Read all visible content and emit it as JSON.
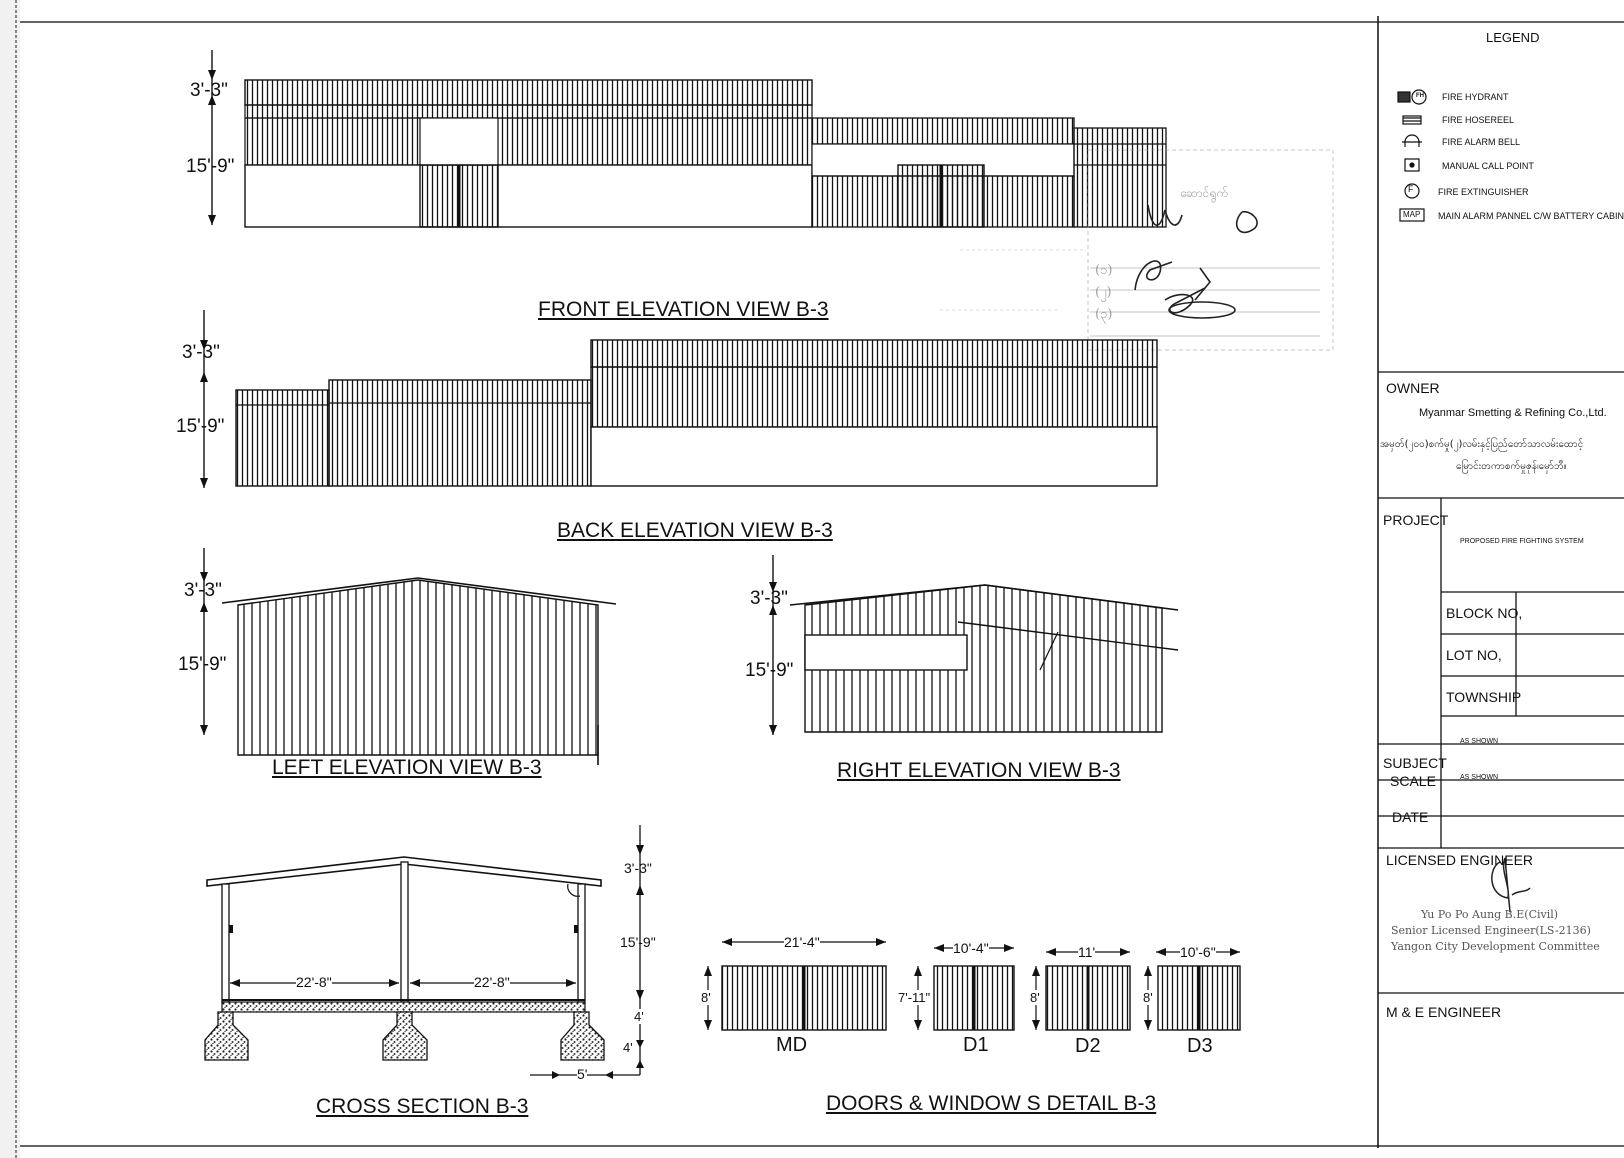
{
  "elevations": {
    "front": {
      "title": "FRONT ELEVATION VIEW B-3",
      "dim_top": "3'-3\"",
      "dim_wall": "15'-9\""
    },
    "back": {
      "title": "BACK ELEVATION VIEW B-3",
      "dim_top": "3'-3\"",
      "dim_wall": "15'-9\""
    },
    "left": {
      "title": "LEFT ELEVATION VIEW  B-3",
      "dim_top": "3'-3\"",
      "dim_wall": "15'-9\""
    },
    "right": {
      "title": "RIGHT ELEVATION VIEW  B-3",
      "dim_top": "3'-3\"",
      "dim_wall": "15'-9\""
    }
  },
  "cross_section": {
    "title": "CROSS SECTION B-3",
    "dim_roof": "3'-3\"",
    "dim_wall": "15'-9\"",
    "dim_span_left": "22'-8\"",
    "dim_span_right": "22'-8\"",
    "dim_plinth": "4'",
    "dim_footing": "4'",
    "dim_footing_width": "5'"
  },
  "doors": {
    "title": "DOORS & WINDOW S DETAIL B-3",
    "items": [
      {
        "name": "MD",
        "width": "21'-4\"",
        "height": "8'"
      },
      {
        "name": "D1",
        "width": "10'-4\"",
        "height": "7'-11\""
      },
      {
        "name": "D2",
        "width": "11'",
        "height": "8'"
      },
      {
        "name": "D3",
        "width": "10'-6\"",
        "height": "8'"
      }
    ]
  },
  "stamp": {
    "lines": [
      "(၁)",
      "(၂)",
      "(၃)"
    ],
    "text": "ဆောင်ရွက်"
  },
  "legend": {
    "title": "LEGEND",
    "items": [
      {
        "symbol": "FH",
        "icon": "fire-hydrant-icon",
        "label": "FIRE HYDRANT"
      },
      {
        "symbol": "",
        "icon": "fire-hosereel-icon",
        "label": "FIRE HOSEREEL"
      },
      {
        "symbol": "",
        "icon": "fire-alarm-bell-icon",
        "label": "FIRE ALARM BELL"
      },
      {
        "symbol": "",
        "icon": "manual-call-point-icon",
        "label": "MANUAL CALL POINT"
      },
      {
        "symbol": "F",
        "icon": "fire-extinguisher-icon",
        "label": "FIRE EXTINGUISHER"
      },
      {
        "symbol": "MAP",
        "icon": "main-alarm-panel-icon",
        "label": "MAIN ALARM PANNEL C/W BATTERY CABINET"
      }
    ]
  },
  "title_block": {
    "owner_label": "OWNER",
    "owner_name": "Myanmar Smetting & Refining Co.,Ltd.",
    "owner_address_1": "အမှတ်(၂၀၀)စက်မှု(၂)လမ်းနှင့်ပြည်တော်သာလမ်းထောင့်",
    "owner_address_2": "မြောင်းတကာစက်မှုဇုန်၊မှော်ဘီ။",
    "project_label": "PROJECT",
    "project_value": "PROPOSED FIRE FIGHTING SYSTEM",
    "block_label": "BLOCK NO,",
    "lot_label": "LOT NO,",
    "township_label": "TOWNSHIP",
    "subject_label": "SUBJECT",
    "subject_value": "AS SHOWN",
    "scale_label": "SCALE",
    "scale_value": "AS SHOWN",
    "date_label": "DATE",
    "engineer_label": "LICENSED  ENGINEER",
    "engineer_line_1": "Yu Po Po Aung B.E(Civil)",
    "engineer_line_2": "Senior Licensed Engineer(LS-2136)",
    "engineer_line_3": "Yangon City Development Committee",
    "me_engineer_label": "M & E  ENGINEER"
  }
}
